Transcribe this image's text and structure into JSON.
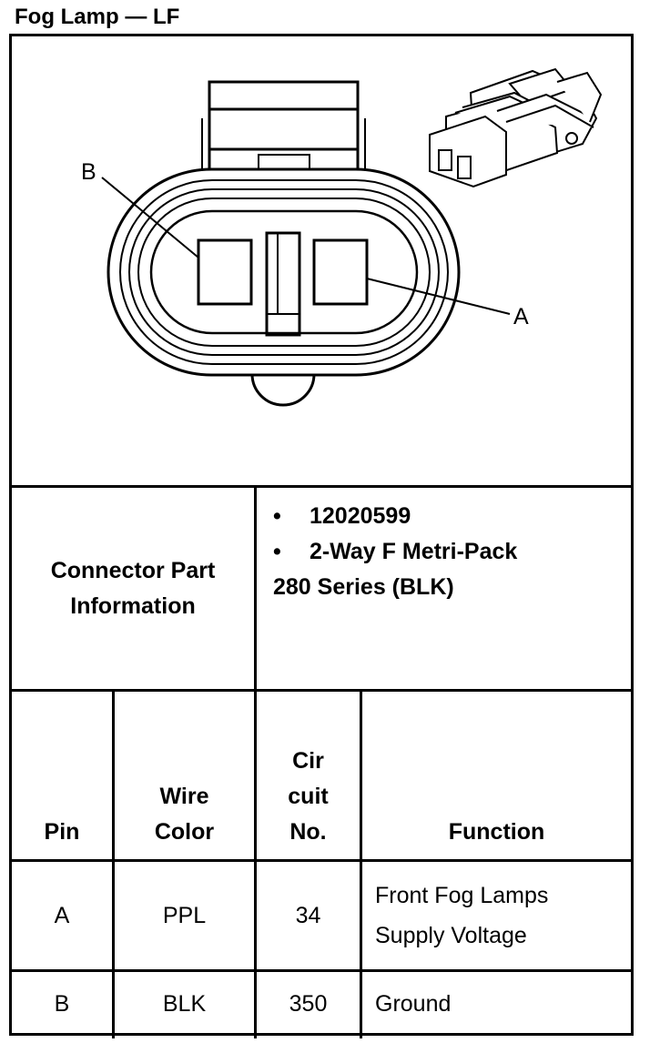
{
  "title": "Fog Lamp — LF",
  "diagram": {
    "callouts": [
      {
        "id": "B",
        "label": "B"
      },
      {
        "id": "A",
        "label": "A"
      }
    ]
  },
  "part_info": {
    "label_line1": "Connector Part",
    "label_line2": "Information",
    "bullets": [
      "12020599",
      "2-Way F Metri-Pack"
    ],
    "continuation": "280 Series (BLK)"
  },
  "table": {
    "headers": {
      "pin": "Pin",
      "wire_color": [
        "Wire",
        "Color"
      ],
      "circuit": [
        "Cir",
        "cuit",
        "No."
      ],
      "function": "Function"
    },
    "rows": [
      {
        "pin": "A",
        "color": "PPL",
        "circuit": "34",
        "function": [
          "Front Fog Lamps",
          "Supply Voltage"
        ]
      },
      {
        "pin": "B",
        "color": "BLK",
        "circuit": "350",
        "function": [
          "Ground"
        ]
      }
    ]
  }
}
